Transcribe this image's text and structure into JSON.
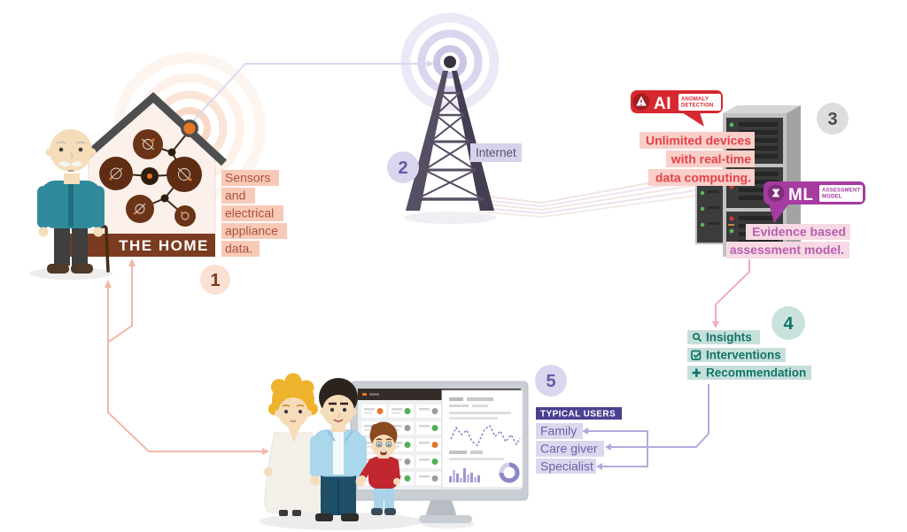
{
  "steps": {
    "home": "1",
    "internet": "2",
    "server": "3",
    "outputs": "4",
    "users": "5"
  },
  "home": {
    "banner": "THE HOME",
    "note_lines": [
      "Sensors",
      "and",
      "electrical",
      "appliance",
      "data."
    ]
  },
  "internet": {
    "label": "Internet"
  },
  "server": {
    "ai_badge": {
      "label": "AI",
      "sub_lines": [
        "ANOMALY",
        "DETECTION"
      ]
    },
    "ml_badge": {
      "label": "ML",
      "sub_lines": [
        "ASSESSMENT",
        "MODEL"
      ]
    },
    "realtime_note_lines": [
      "Unlimited devices",
      "with real-time",
      "data computing."
    ],
    "assessment_note_lines": [
      "Evidence based",
      "assessment model."
    ]
  },
  "outputs": {
    "items": [
      {
        "icon": "search-icon",
        "label": "Insights"
      },
      {
        "icon": "checkbox-icon",
        "label": "Interventions"
      },
      {
        "icon": "plus-icon",
        "label": "Recommendation"
      }
    ]
  },
  "users": {
    "title": "TYPICAL USERS",
    "items": [
      "Family",
      "Care giver",
      "Specialist"
    ]
  },
  "colors": {
    "home_accent_orange": "#e87722",
    "home_note_text": "#a8523c",
    "home_note_bg": "#f9c9b8",
    "banner_bg": "#7b3b20",
    "ai_red": "#d7282f",
    "ml_purple": "#a63ba0",
    "realtime_note_text": "#e44148",
    "assessment_note_text": "#b55fad",
    "outputs_teal": "#127468",
    "outputs_bg": "#c6dfdb",
    "users_text": "#6e61a8",
    "users_title_bg": "#4b4191",
    "internet_label_bg": "#d7d2e9",
    "connector_home_family": "#f4b6a9",
    "connector_server_outputs": "#f2aac1",
    "connector_outputs_users": "#b2aadd",
    "connector_home_tower": "#dcd7ee"
  }
}
